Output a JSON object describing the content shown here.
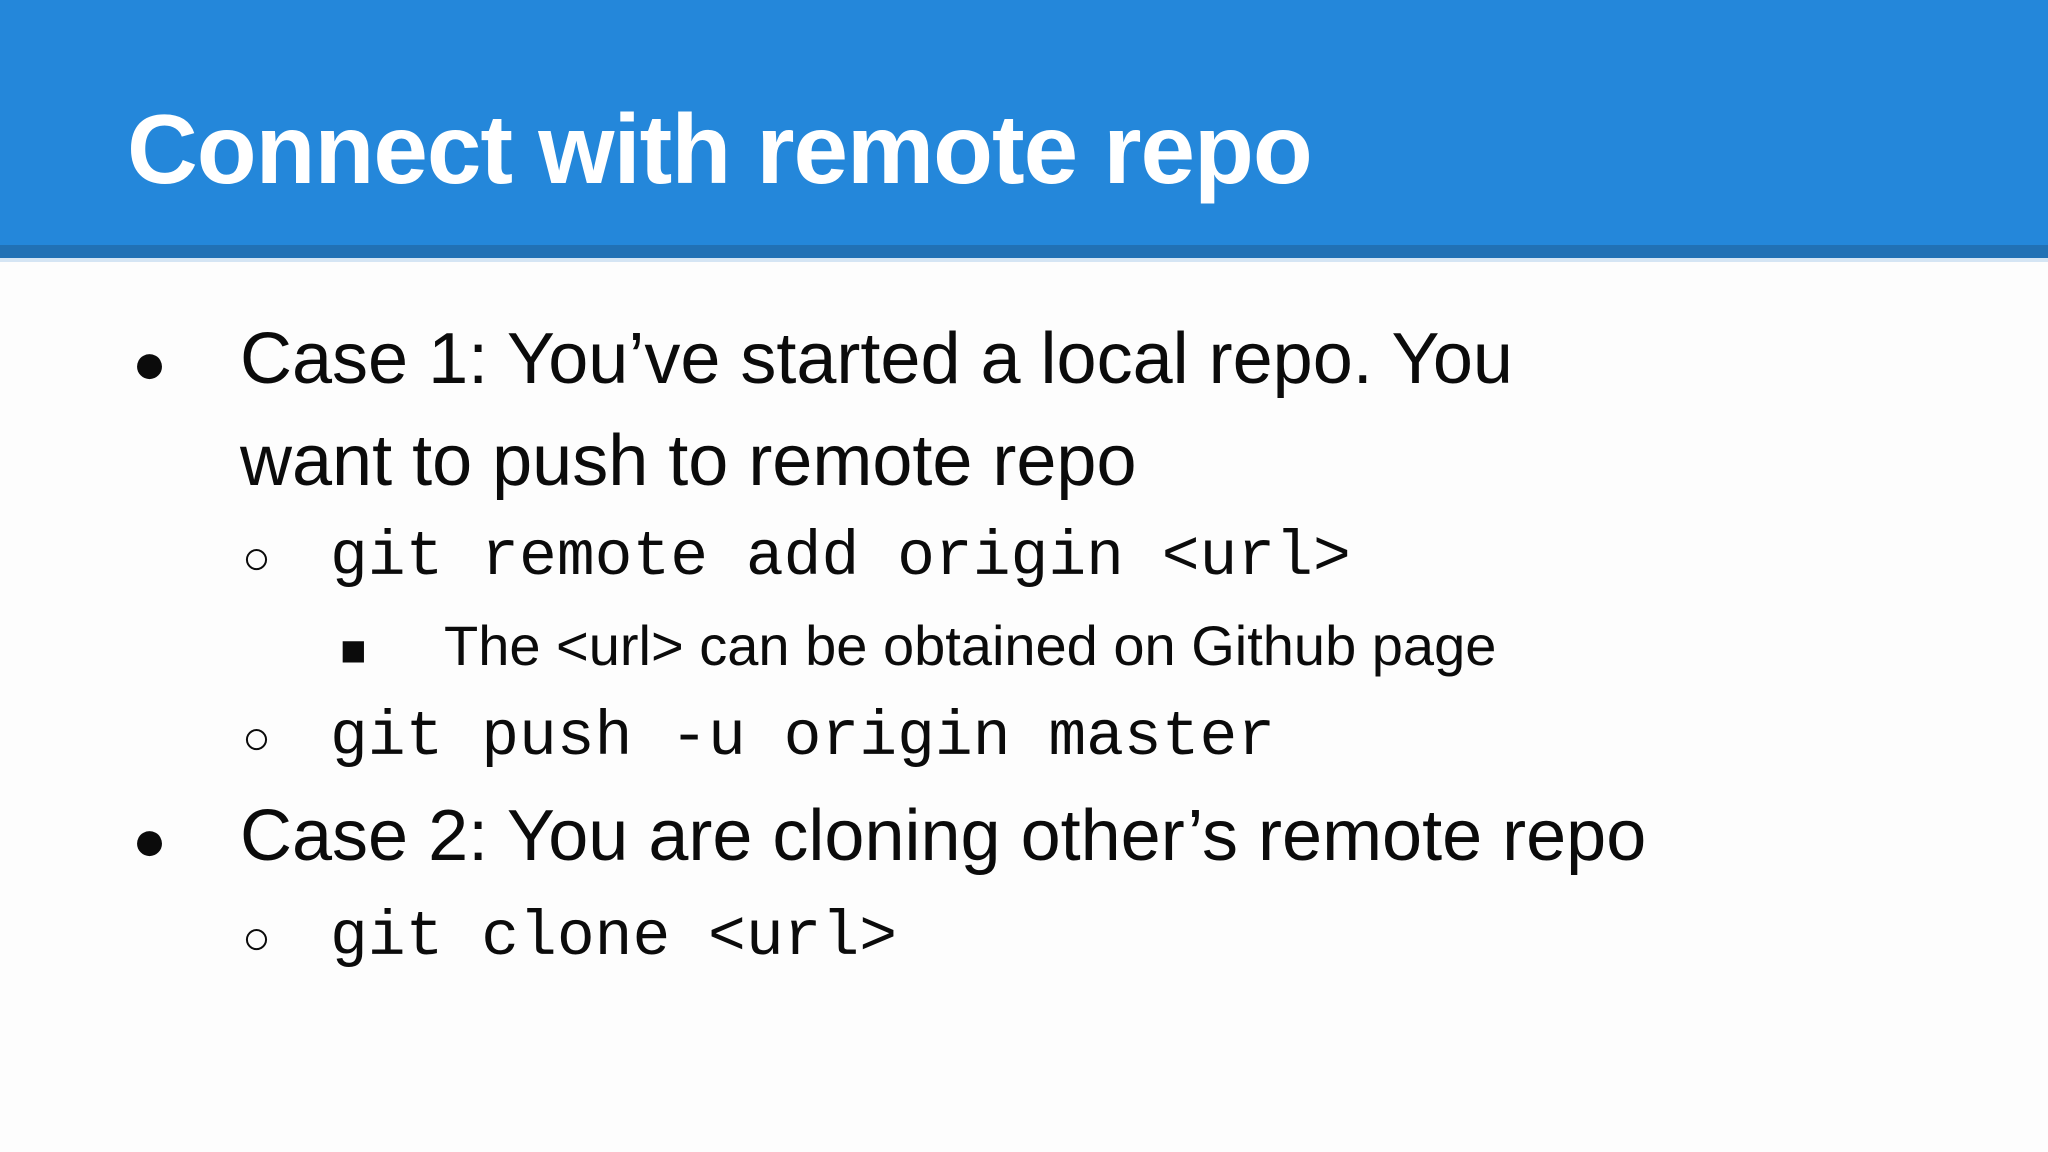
{
  "slide": {
    "header": {
      "title": "Connect with remote repo",
      "bar_color": "#2487da",
      "bar_edge_color": "#2171b5",
      "title_color": "#ffffff"
    },
    "content": {
      "items": [
        {
          "level": 1,
          "marker": "●",
          "marker_name": "filled-circle-bullet",
          "font": "sans",
          "lines": [
            "Case 1: You’ve started a local repo. You",
            "want to push to remote repo"
          ]
        },
        {
          "level": 2,
          "marker": "○",
          "marker_name": "hollow-circle-bullet",
          "font": "mono",
          "lines": [
            "git remote add origin <url>"
          ]
        },
        {
          "level": 3,
          "marker": "■",
          "marker_name": "filled-square-bullet",
          "font": "sans",
          "lines": [
            "The <url> can be obtained on Github page"
          ]
        },
        {
          "level": 2,
          "marker": "○",
          "marker_name": "hollow-circle-bullet",
          "font": "mono",
          "lines": [
            "git push -u origin master"
          ]
        },
        {
          "level": 1,
          "marker": "●",
          "marker_name": "filled-circle-bullet",
          "font": "sans",
          "lines": [
            "Case 2: You are cloning other’s remote repo"
          ]
        },
        {
          "level": 2,
          "marker": "○",
          "marker_name": "hollow-circle-bullet",
          "font": "mono",
          "lines": [
            "git clone <url>"
          ]
        }
      ]
    }
  }
}
